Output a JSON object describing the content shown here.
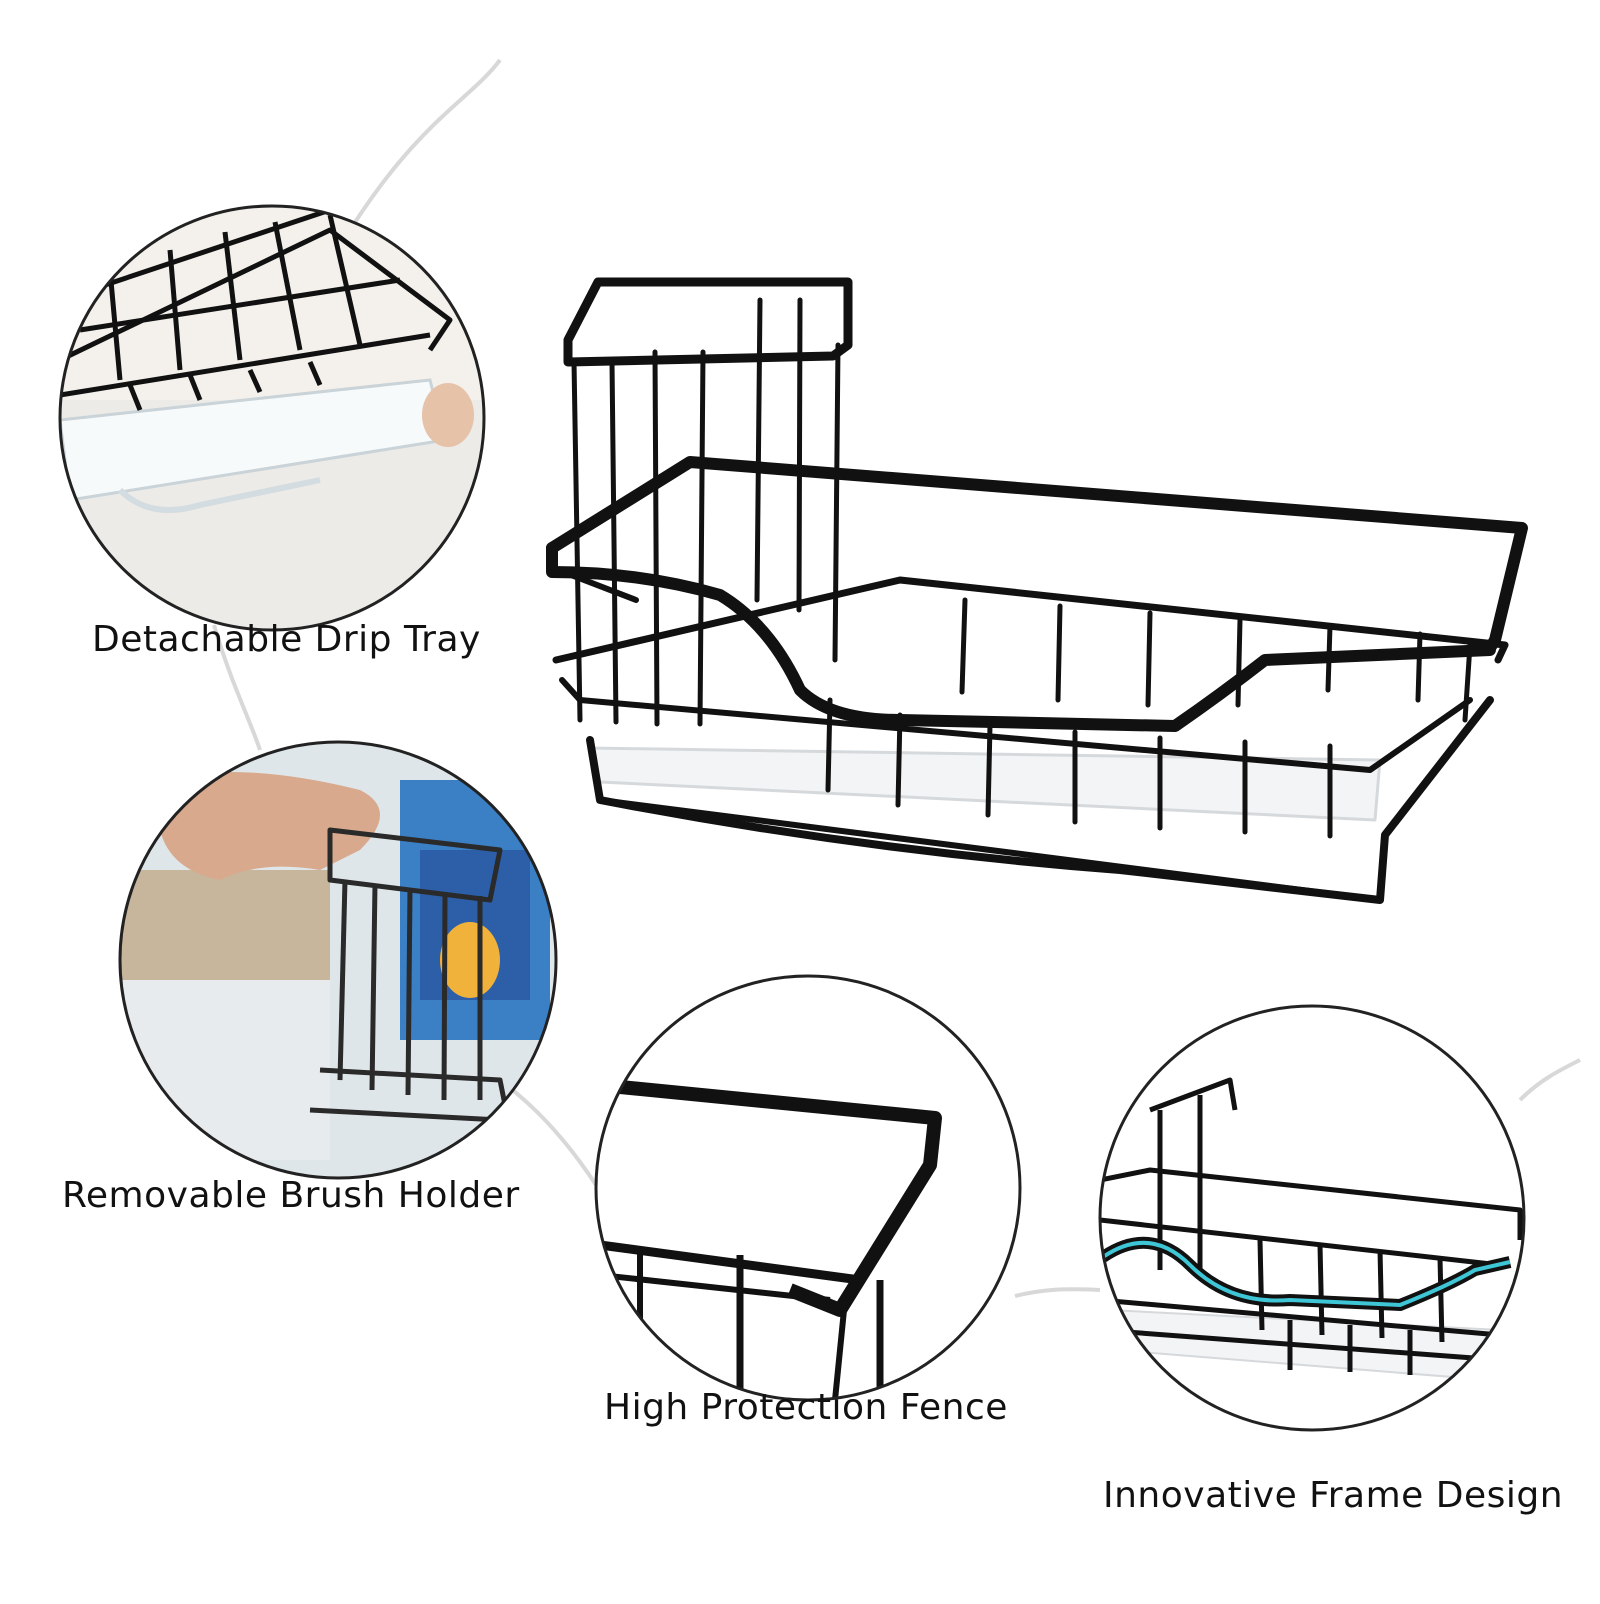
{
  "features": {
    "drip_tray": "Detachable Drip Tray",
    "brush_holder": "Removable Brush Holder",
    "fence": "High Protection Fence",
    "frame": "Innovative Frame Design"
  },
  "colors": {
    "wire": "#111111",
    "drip_tray": "#f2f4f6",
    "highlight": "#3fc6d6",
    "connector": "#d8d8d8",
    "background": "#ffffff"
  },
  "icons": [
    "sink-caddy-illustration",
    "drip-tray-detail",
    "brush-holder-detail",
    "fence-detail",
    "frame-detail"
  ]
}
